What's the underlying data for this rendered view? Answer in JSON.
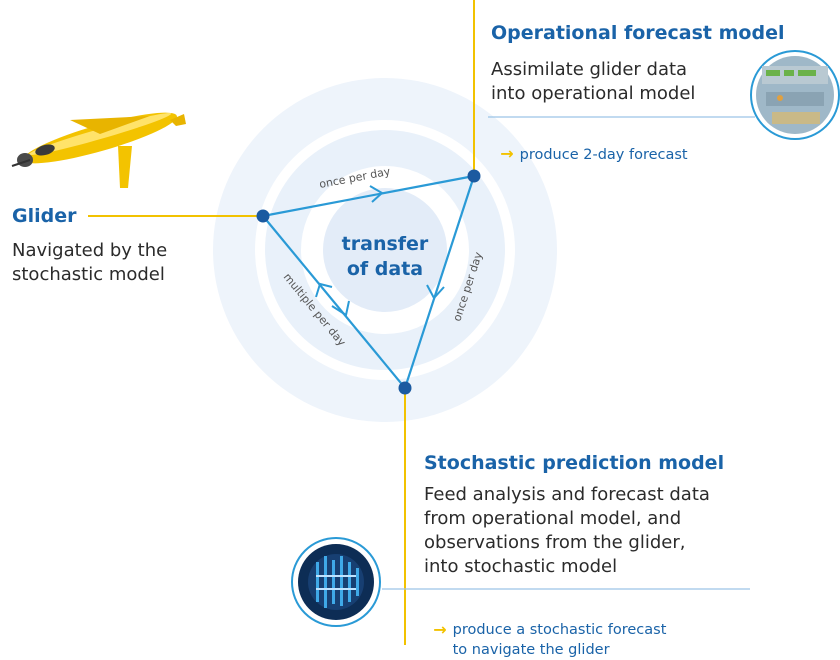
{
  "glider": {
    "title": "Glider",
    "description": "Navigated by the\nstochastic model"
  },
  "operational": {
    "title": "Operational forecast model",
    "description": "Assimilate glider data\ninto operational model",
    "output": "produce 2-day forecast"
  },
  "stochastic": {
    "title": "Stochastic prediction model",
    "description": "Feed analysis and forecast data\nfrom operational model, and\nobservations from the glider,\ninto stochastic model",
    "output": "produce a stochastic forecast\nto navigate the glider"
  },
  "center": {
    "label": "transfer\nof data"
  },
  "edges": {
    "top": "once per day",
    "right": "once per day",
    "left": "multiple per day"
  },
  "colors": {
    "accent_blue": "#1a63a8",
    "line_blue": "#2a9ad6",
    "node_blue": "#1b5aa0",
    "yellow": "#f2c200",
    "ring_blue": "#dce9f6"
  }
}
